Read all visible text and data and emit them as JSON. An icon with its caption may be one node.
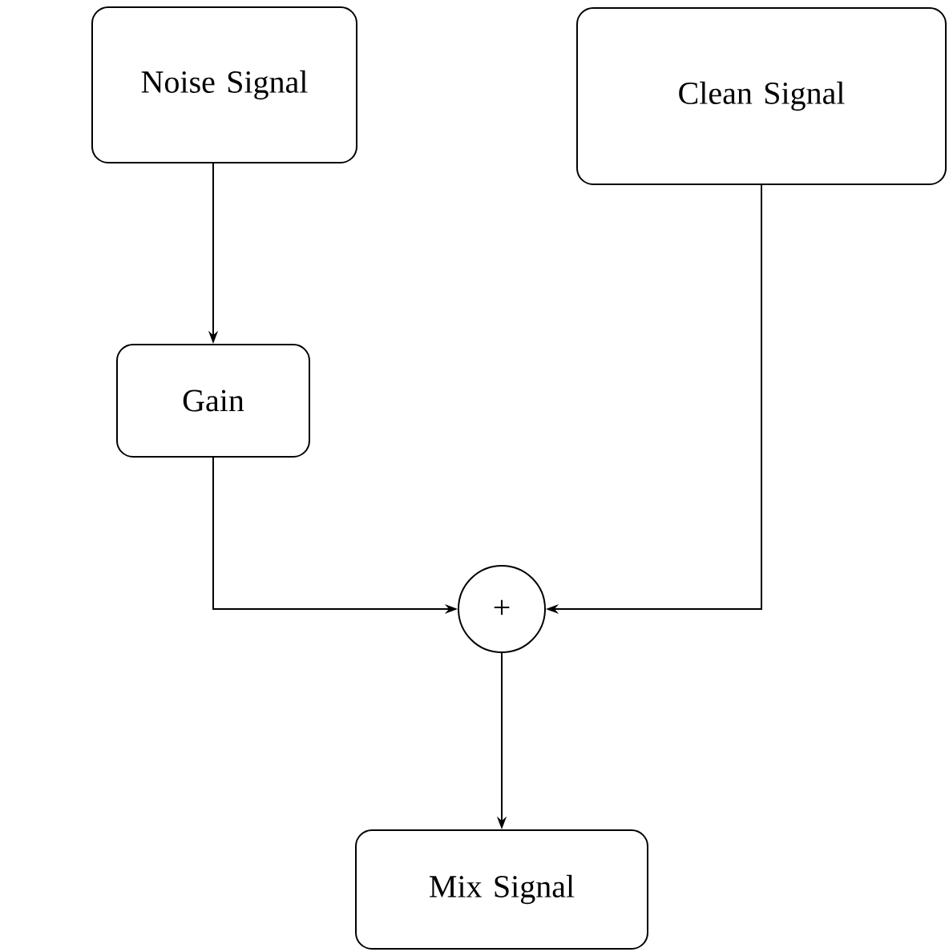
{
  "diagram": {
    "nodes": [
      {
        "text": [
          "Noise Signal"
        ]
      },
      {
        "text": [
          "Gain"
        ]
      },
      {
        "text": [
          "Clean Signal"
        ]
      },
      {
        "text": [
          "+"
        ]
      },
      {
        "text": [
          "Mix Signal"
        ]
      }
    ],
    "edges": [
      {
        "from": 0,
        "to": 1,
        "arrow": "to"
      },
      {
        "from": 1,
        "to": 3,
        "arrow": "to"
      },
      {
        "from": 2,
        "to": 3,
        "arrow": "to"
      },
      {
        "from": 3,
        "to": 4,
        "arrow": "to"
      }
    ]
  }
}
